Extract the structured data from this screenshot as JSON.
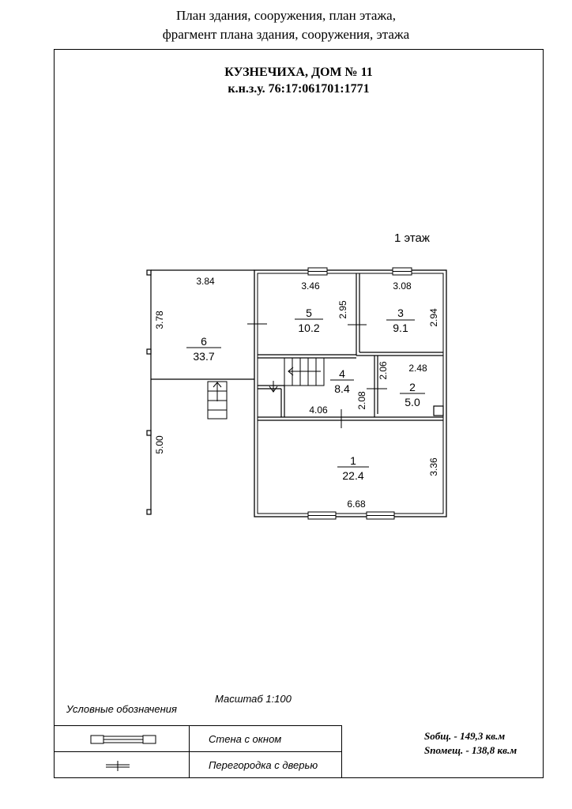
{
  "header": {
    "line1": "План здания, сооружения, план этажа,",
    "line2": "фрагмент плана здания, сооружения, этажа"
  },
  "title": {
    "address": "КУЗНЕЧИХА, ДОМ № 11",
    "cadastral": "к.н.з.у. 76:17:061701:1771"
  },
  "floor_label": "1 этаж",
  "rooms": [
    {
      "number": "1",
      "area": "22.4"
    },
    {
      "number": "2",
      "area": "5.0"
    },
    {
      "number": "3",
      "area": "9.1"
    },
    {
      "number": "4",
      "area": "8.4"
    },
    {
      "number": "5",
      "area": "10.2"
    },
    {
      "number": "6",
      "area": "33.7"
    }
  ],
  "dimensions": {
    "terrace_width": "3.84",
    "terrace_depth": "3.78",
    "porch_length": "5.00",
    "room5_width": "3.46",
    "room5_depth": "2.95",
    "room3_width": "3.08",
    "room3_depth": "2.94",
    "room2_depth": "2.06",
    "room2_width": "2.48",
    "room4_depth": "2.08",
    "room4_width": "4.06",
    "room1_depth": "3.36",
    "room1_width": "6.68"
  },
  "scale": "Масштаб 1:100",
  "legend": {
    "title": "Условные обозначения",
    "items": [
      {
        "icon": "wall-with-window-icon",
        "label": "Стена с окном"
      },
      {
        "icon": "partition-with-door-icon",
        "label": "Перегородка с дверью"
      }
    ]
  },
  "areas": {
    "total": "Sобщ. - 149,3 кв.м",
    "rooms": "Sпомещ. - 138,8 кв.м"
  }
}
